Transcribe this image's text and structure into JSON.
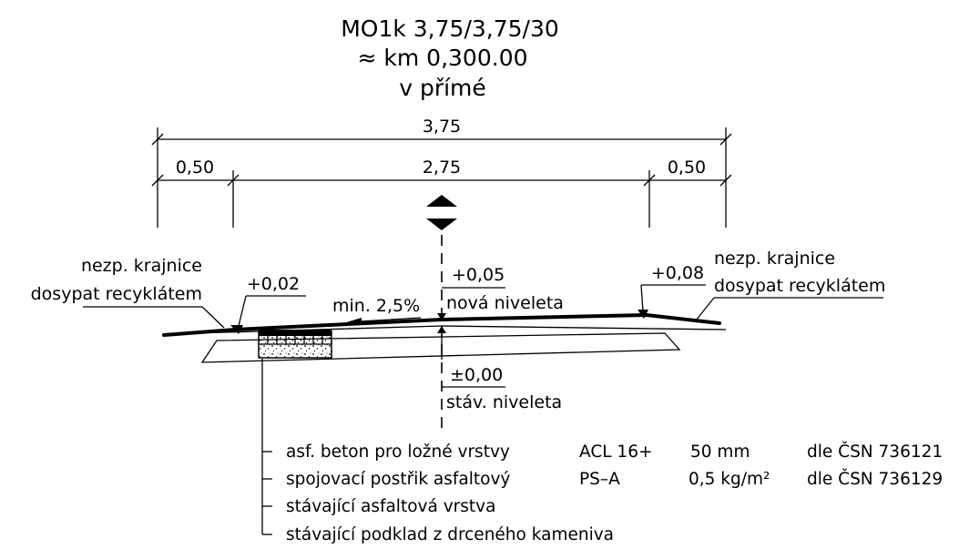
{
  "header": {
    "line1": "MO1k 3,75/3,75/30",
    "line2": "≈ km 0,300.00",
    "line3": "v přímé"
  },
  "dimensions": {
    "total": "3,75",
    "shoulder_left": "0,50",
    "lane": "2,75",
    "shoulder_right": "0,50"
  },
  "annotations": {
    "left_edge_line1": "nezp. krajnice",
    "left_edge_line2": "dosypat recyklátem",
    "left_level": "+0,02",
    "slope": "min. 2,5%",
    "center_new_level": "+0,05",
    "center_new_label": "nová niveleta",
    "right_level": "+0,08",
    "right_edge_line1": "nezp. krajnice",
    "right_edge_line2": "dosypat recyklátem",
    "center_existing_level": "±0,00",
    "center_existing_label": "stáv. niveleta"
  },
  "legend": [
    {
      "text": "asf. beton pro ložné vrstvy",
      "code": "ACL 16+",
      "amount": "50 mm",
      "norm": "dle ČSN 736121"
    },
    {
      "text": "spojovací postřik asfaltový",
      "code": "PS–A",
      "amount": "0,5 kg/m²",
      "norm": "dle ČSN 736129"
    },
    {
      "text": "stávající asfaltová vrstva"
    },
    {
      "text": "stávající podklad z drceného kameniva"
    }
  ]
}
